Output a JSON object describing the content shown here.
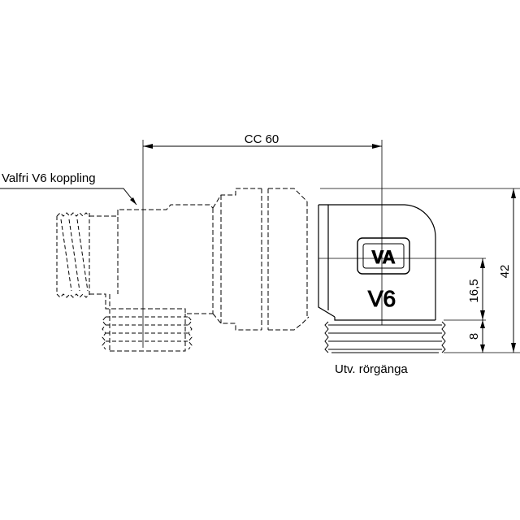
{
  "labels": {
    "cc_dimension": "CC 60",
    "coupling_note": "Valfri V6 koppling",
    "outlet_thread_note": "Utv. rörgänga",
    "total_height": "42",
    "center_height": "16,5",
    "thread_height": "8",
    "body_marking": "V6"
  },
  "logo": {
    "name": "VA",
    "text": "VA"
  },
  "colors": {
    "line": "#000000",
    "background": "#ffffff"
  }
}
